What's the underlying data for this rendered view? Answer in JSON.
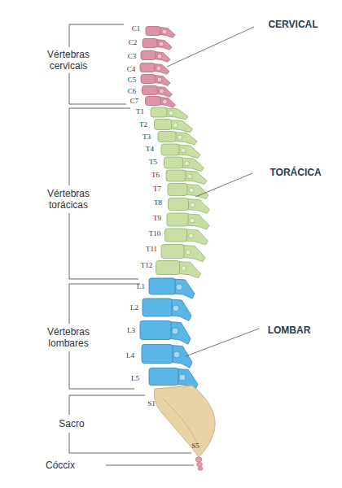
{
  "diagram": {
    "labels": [
      "C1",
      "C2",
      "C3",
      "C4",
      "C5",
      "C6",
      "C7",
      "T1",
      "T2",
      "T3",
      "T4",
      "T5",
      "T6",
      "T7",
      "T8",
      "T9",
      "T10",
      "T11",
      "T12",
      "L1",
      "L2",
      "L3",
      "L4",
      "L5",
      "S1",
      "S5",
      "Vértebras cervicais",
      "Vértebras torácicas",
      "Vértebras lombares",
      "Sacro",
      "Cóccix",
      "CERVICAL",
      "TORÁCICA",
      "LOMBAR"
    ]
  }
}
